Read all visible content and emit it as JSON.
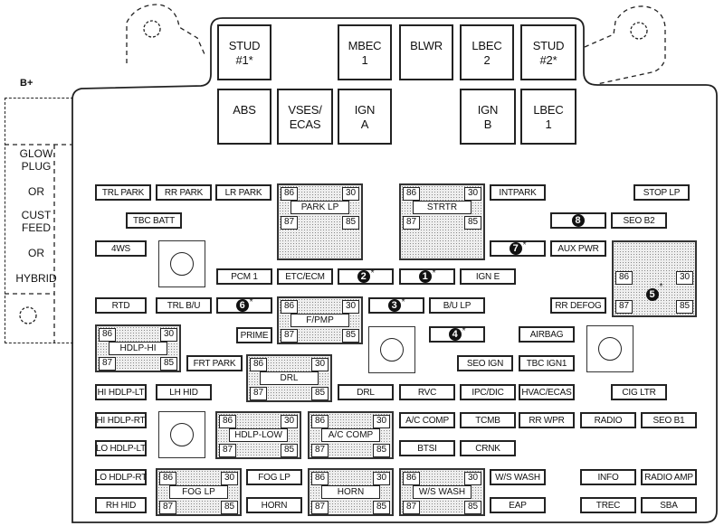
{
  "b_plus": "B+",
  "alt_feed": {
    "lines": [
      "GLOW",
      "PLUG",
      "OR",
      "CUST",
      "FEED",
      "OR",
      "HYBRID"
    ]
  },
  "large_fuses": [
    {
      "line1": "STUD",
      "line2": "#1*"
    },
    {
      "line1": "MBEC",
      "line2": "1"
    },
    {
      "line1": "BLWR",
      "line2": ""
    },
    {
      "line1": "LBEC",
      "line2": "2"
    },
    {
      "line1": "STUD",
      "line2": "#2*"
    },
    {
      "line1": "ABS",
      "line2": ""
    },
    {
      "line1": "VSES/",
      "line2": "ECAS"
    },
    {
      "line1": "IGN",
      "line2": "A"
    },
    {
      "line1": "IGN",
      "line2": "B"
    },
    {
      "line1": "LBEC",
      "line2": "1"
    }
  ],
  "fuses": [
    {
      "label": "TRL PARK"
    },
    {
      "label": "RR PARK"
    },
    {
      "label": "LR PARK"
    },
    {
      "label": "INTPARK"
    },
    {
      "label": "STOP LP"
    },
    {
      "label": "TBC BATT"
    },
    {
      "number": "8",
      "suffix": ""
    },
    {
      "label": "SEO B2"
    },
    {
      "label": "4WS"
    },
    {
      "number": "7",
      "suffix": "*"
    },
    {
      "label": "AUX PWR"
    },
    {
      "label": "PCM 1"
    },
    {
      "label": "ETC/ECM"
    },
    {
      "number": "2",
      "suffix": "*"
    },
    {
      "number": "1",
      "suffix": "*"
    },
    {
      "label": "IGN E"
    },
    {
      "label": "RTD"
    },
    {
      "label": "TRL B/U"
    },
    {
      "number": "6",
      "suffix": "*"
    },
    {
      "number": "3",
      "suffix": "*"
    },
    {
      "label": "B/U LP"
    },
    {
      "label": "RR DEFOG"
    },
    {
      "label": "PRIME"
    },
    {
      "number": "4",
      "suffix": "*"
    },
    {
      "label": "AIRBAG"
    },
    {
      "label": "FRT PARK"
    },
    {
      "label": "SEO IGN"
    },
    {
      "label": "TBC IGN1"
    },
    {
      "label": "HI HDLP-LT"
    },
    {
      "label": "LH HID"
    },
    {
      "label": "DRL"
    },
    {
      "label": "RVC"
    },
    {
      "label": "IPC/DIC"
    },
    {
      "label": "HVAC/ECAS"
    },
    {
      "label": "CIG LTR"
    },
    {
      "label": "HI HDLP-RT"
    },
    {
      "label": "A/C COMP"
    },
    {
      "label": "TCMB"
    },
    {
      "label": "RR WPR"
    },
    {
      "label": "RADIO"
    },
    {
      "label": "SEO B1"
    },
    {
      "label": "LO HDLP-LT"
    },
    {
      "label": "BTSI"
    },
    {
      "label": "CRNK"
    },
    {
      "label": "LO HDLP-RT"
    },
    {
      "label": "FOG LP"
    },
    {
      "label": "W/S WASH"
    },
    {
      "label": "INFO"
    },
    {
      "label": "RADIO AMP"
    },
    {
      "label": "RH HID"
    },
    {
      "label": "HORN"
    },
    {
      "label": "EAP"
    },
    {
      "label": "TREC"
    },
    {
      "label": "SBA"
    }
  ],
  "relays": [
    {
      "label": "PARK LP",
      "pins": [
        "86",
        "30",
        "87",
        "85"
      ]
    },
    {
      "label": "STRTR",
      "pins": [
        "86",
        "30",
        "87",
        "85"
      ]
    },
    {
      "number": "5",
      "suffix": "*",
      "pins": [
        "86",
        "30",
        "87",
        "85"
      ]
    },
    {
      "label": "F/PMP",
      "pins": [
        "86",
        "30",
        "87",
        "85"
      ]
    },
    {
      "label": "HDLP-HI",
      "pins": [
        "86",
        "30",
        "87",
        "85"
      ]
    },
    {
      "label": "DRL",
      "pins": [
        "86",
        "30",
        "87",
        "85"
      ]
    },
    {
      "label": "HDLP-LOW",
      "pins": [
        "86",
        "30",
        "87",
        "85"
      ]
    },
    {
      "label": "A/C COMP",
      "pins": [
        "86",
        "30",
        "87",
        "85"
      ]
    },
    {
      "label": "FOG LP",
      "pins": [
        "86",
        "30",
        "87",
        "85"
      ]
    },
    {
      "label": "HORN",
      "pins": [
        "86",
        "30",
        "87",
        "85"
      ]
    },
    {
      "label": "W/S WASH",
      "pins": [
        "86",
        "30",
        "87",
        "85"
      ]
    }
  ],
  "colors": {
    "line": "#222222",
    "relay_fill": "#eeeeee",
    "background": "#ffffff"
  }
}
